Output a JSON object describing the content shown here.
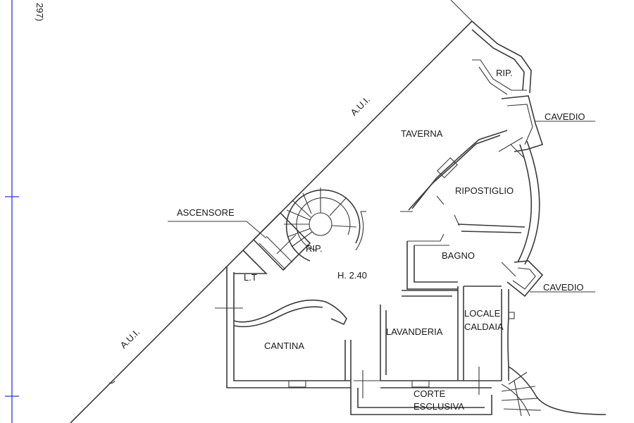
{
  "sheet": {
    "ref_fragment": "297)"
  },
  "rooms": {
    "taverna": "TAVERNA",
    "ripostiglio": "RIPOSTIGLIO",
    "rip_top": "RIP.",
    "rip_stair": "RIP.",
    "bagno": "BAGNO",
    "lt": "L.T",
    "height": "H. 2.40",
    "cantina": "CANTINA",
    "lavanderia": "LAVANDERIA",
    "locale": "LOCALE",
    "caldaia": "CALDAIA",
    "corte": "CORTE",
    "esclusiva": "ESCLUSIVA"
  },
  "callouts": {
    "ascensore": "ASCENSORE",
    "cavedio_top": "CAVEDIO",
    "cavedio_bottom": "CAVEDIO"
  },
  "boundary": {
    "aui_upper": "A.U.I.",
    "aui_lower": "A.U.I."
  },
  "colors": {
    "walls": "#3a3a3a",
    "grid_line": "#2a39d8",
    "text": "#1a1a1a",
    "background": "#ffffff"
  }
}
